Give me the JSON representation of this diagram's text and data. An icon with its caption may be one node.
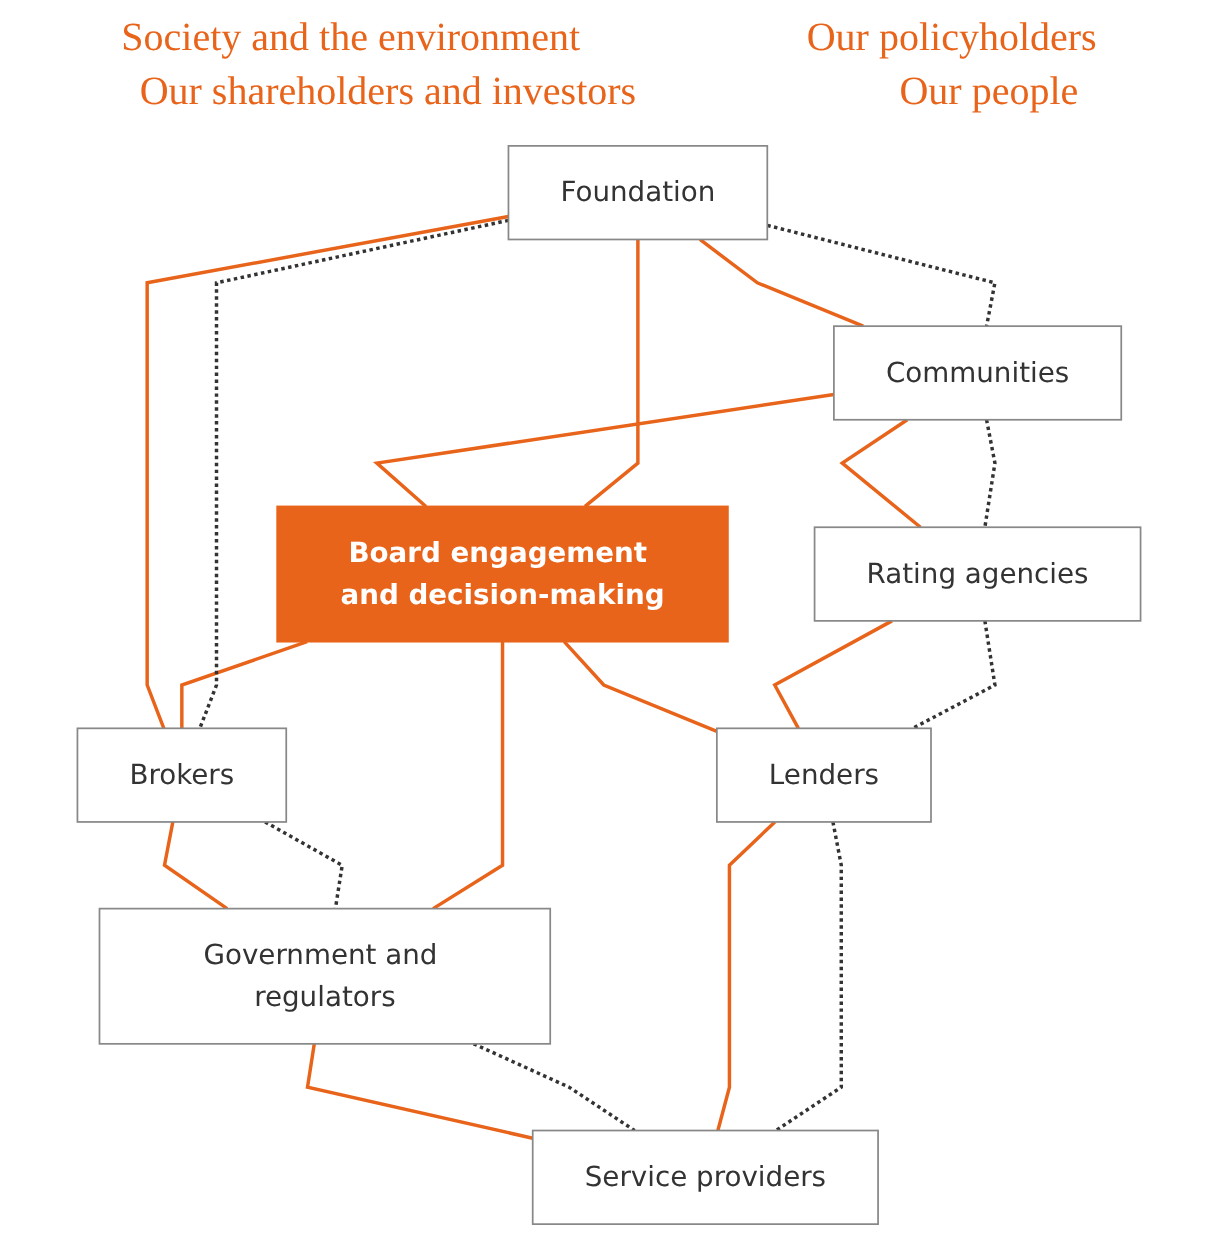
{
  "diagram": {
    "nodes": [
      {
        "text": [
          "Foundation"
        ]
      },
      {
        "text": [
          "Brokers"
        ]
      },
      {
        "text": [
          "Communities"
        ]
      },
      {
        "text": [
          "Board engagement and decision-making"
        ]
      },
      {
        "text": [
          "Government and regulators"
        ]
      },
      {
        "text": [
          "Rating agencies"
        ]
      },
      {
        "text": [
          "Lenders"
        ]
      },
      {
        "text": [
          "Service providers"
        ]
      }
    ],
    "edges": [
      {
        "from": 0,
        "to": 1,
        "arrow": "none"
      },
      {
        "from": 3,
        "to": 0,
        "arrow": "none"
      },
      {
        "from": 3,
        "to": 1,
        "arrow": "none"
      },
      {
        "from": 0,
        "to": 1,
        "arrow": "none",
        "style": "dashed",
        "color": "#333333"
      },
      {
        "from": 0,
        "to": 2,
        "arrow": "none"
      },
      {
        "from": 0,
        "to": 2,
        "arrow": "none",
        "style": "dashed",
        "color": "#333333"
      },
      {
        "from": 1,
        "to": 4,
        "arrow": "none"
      },
      {
        "from": 1,
        "to": 4,
        "arrow": "none",
        "style": "dashed",
        "color": "#333333"
      },
      {
        "from": 2,
        "to": 3,
        "arrow": "none"
      },
      {
        "from": 3,
        "to": 4,
        "arrow": "none"
      },
      {
        "from": 2,
        "to": 5,
        "arrow": "none"
      },
      {
        "from": 2,
        "to": 5,
        "arrow": "none",
        "style": "dashed",
        "color": "#333333"
      },
      {
        "from": 4,
        "to": 7,
        "arrow": "none"
      },
      {
        "from": 4,
        "to": 7,
        "arrow": "none",
        "style": "dashed",
        "color": "#333333"
      },
      {
        "from": 3,
        "to": 6,
        "arrow": "none"
      },
      {
        "from": 5,
        "to": 6,
        "arrow": "none"
      },
      {
        "from": 5,
        "to": 6,
        "arrow": "none",
        "style": "dashed",
        "color": "#333333"
      },
      {
        "from": 6,
        "to": 7,
        "arrow": "none"
      },
      {
        "from": 6,
        "to": 7,
        "arrow": "none",
        "style": "dashed",
        "color": "#333333"
      }
    ],
    "labels": [
      "Society and the environment",
      "Our policyholders",
      "Our shareholders and investors",
      "Our people"
    ]
  }
}
